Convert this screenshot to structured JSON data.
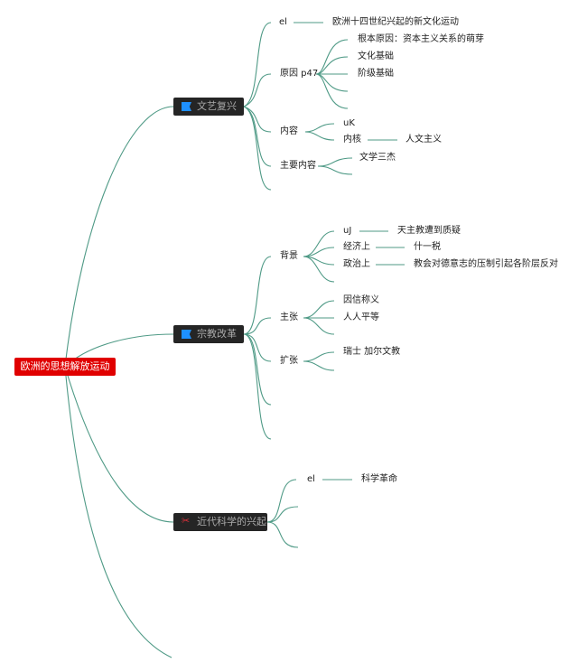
{
  "root": "欧洲的思想解放运动",
  "topics": [
    {
      "label": "文艺复兴",
      "icon": "flag-icon"
    },
    {
      "label": "宗教改革",
      "icon": "flag-icon"
    },
    {
      "label": "近代科学的兴起",
      "icon": "tools-icon"
    }
  ],
  "renaissance": {
    "el": "el",
    "el_text": "欧洲十四世纪兴起的新文化运动",
    "cause": "原因 p47",
    "cause_items": [
      "根本原因：资本主义关系的萌芽",
      "文化基础",
      "阶级基础"
    ],
    "content": "内容",
    "content_items": [
      "uK",
      "内核"
    ],
    "core_value": "人文主义",
    "main_content": "主要内容",
    "main_item": "文学三杰"
  },
  "reformation": {
    "background": "背景",
    "bg_items": [
      "uJ",
      "经济上",
      "政治上"
    ],
    "bg_values": [
      "天主教遭到质疑",
      "什一税",
      "教会对德意志的压制引起各阶层反对"
    ],
    "claims": "主张",
    "claim_items": [
      "因信称义",
      "人人平等"
    ],
    "spread": "扩张",
    "spread_item": "瑞士 加尔文教"
  },
  "science": {
    "el": "el",
    "el_text": "科学革命"
  }
}
